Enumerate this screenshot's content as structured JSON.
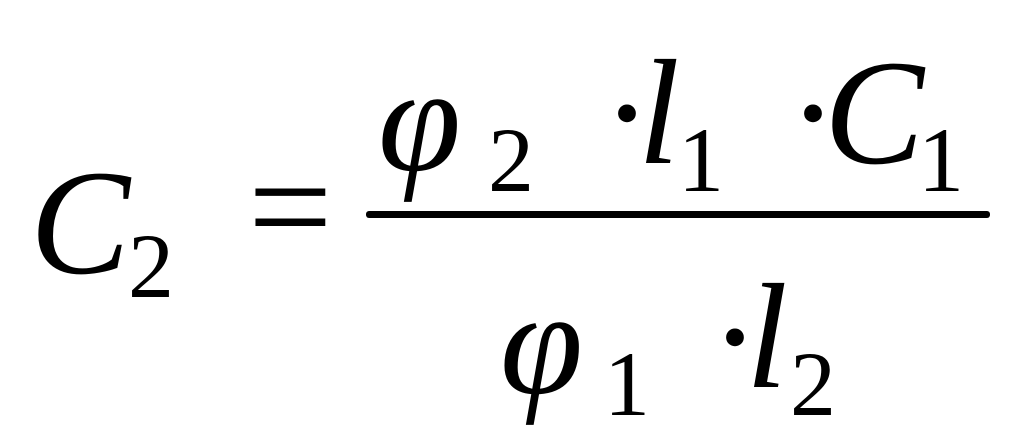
{
  "formula": {
    "lhs": {
      "symbol": "C",
      "subscript": "2"
    },
    "equals": "=",
    "numerator": [
      {
        "symbol": "φ",
        "subscript": "2"
      },
      {
        "operator": "·"
      },
      {
        "symbol": "l",
        "subscript": "1"
      },
      {
        "operator": "·"
      },
      {
        "symbol": "C",
        "subscript": "1"
      }
    ],
    "denominator": [
      {
        "symbol": "φ",
        "subscript": "1"
      },
      {
        "operator": "·"
      },
      {
        "symbol": "l",
        "subscript": "2"
      }
    ]
  }
}
